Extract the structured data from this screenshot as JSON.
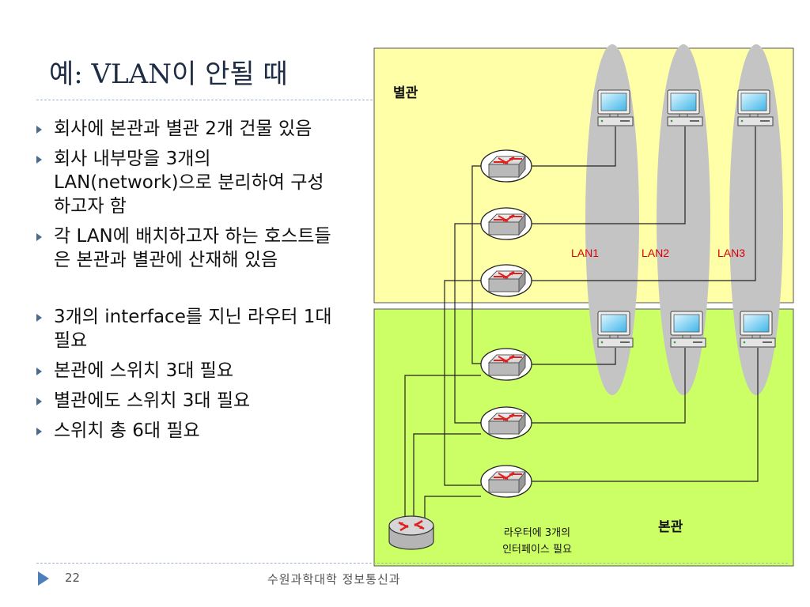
{
  "title": "예: VLAN이 안될 때",
  "bullets": [
    "회사에 본관과 별관 2개 건물 있음",
    "회사 내부망을 3개의 LAN(network)으로 분리하여 구성하고자 함",
    "각 LAN에 배치하고자 하는 호스트들은 본관과 별관에 산재해 있음",
    "3개의 interface를 지닌 라우터 1대 필요",
    "본관에 스위치 3대 필요",
    "별관에도 스위치 3대 필요",
    "스위치 총 6대 필요"
  ],
  "diagram": {
    "building_top": "별관",
    "building_bottom": "본관",
    "lans": [
      "LAN1",
      "LAN2",
      "LAN3"
    ],
    "router_note_line1": "라우터에 3개의",
    "router_note_line2": "인터페이스 필요",
    "colors": {
      "building_top": "#ffffa8",
      "building_bottom": "#ccff66",
      "lan_ellipse": "#c4c4c4",
      "lan_label": "#e00000",
      "router_body": "#c8c8c8",
      "arrow": "#e02020"
    }
  },
  "footer": {
    "page": "22",
    "text": "수원과학대학 정보통신과"
  }
}
